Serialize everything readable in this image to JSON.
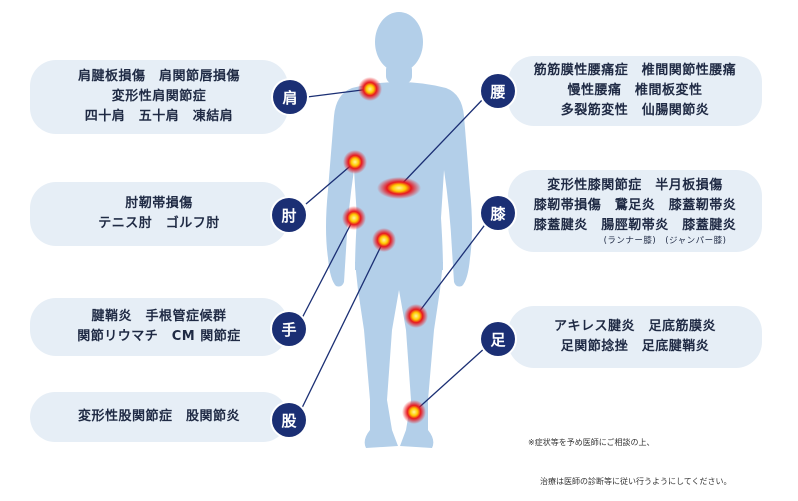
{
  "body_parts": [
    {
      "id": "shoulder",
      "label": "肩",
      "conditions": [
        "肩腱板損傷　肩関節唇損傷",
        "変形性肩関節症",
        "四十肩　五十肩　凍結肩"
      ]
    },
    {
      "id": "elbow",
      "label": "肘",
      "conditions": [
        "肘靭帯損傷",
        "テニス肘　ゴルフ肘"
      ]
    },
    {
      "id": "hand",
      "label": "手",
      "conditions": [
        "腱鞘炎　手根管症候群",
        "関節リウマチ　CM 関節症"
      ]
    },
    {
      "id": "hip",
      "label": "股",
      "conditions": [
        "変形性股関節症　股関節炎"
      ]
    },
    {
      "id": "lowback",
      "label": "腰",
      "conditions": [
        "筋筋膜性腰痛症　椎間関節性腰痛",
        "慢性腰痛　椎間板変性",
        "多裂筋変性　仙腸関節炎"
      ]
    },
    {
      "id": "knee",
      "label": "膝",
      "conditions": [
        "変形性膝関節症　半月板損傷",
        "膝靭帯損傷　鵞足炎　膝蓋靭帯炎",
        "膝蓋腱炎　腸脛靭帯炎　膝蓋腱炎"
      ],
      "subnote": "(ランナー膝)　(ジャンパー膝)"
    },
    {
      "id": "foot",
      "label": "足",
      "conditions": [
        "アキレス腱炎　足底筋膜炎",
        "足関節捻挫　足底腱鞘炎"
      ]
    }
  ],
  "footnote": [
    "※症状等を予め医師にご相談の上、",
    "治療は医師の診断等に従い行うようにしてください。"
  ],
  "colors": {
    "panel": "#e6eef6",
    "badge": "#1b2f74",
    "figure": "#b3cfe9",
    "connector": "#1b2f74",
    "pain": "#e8181e"
  }
}
